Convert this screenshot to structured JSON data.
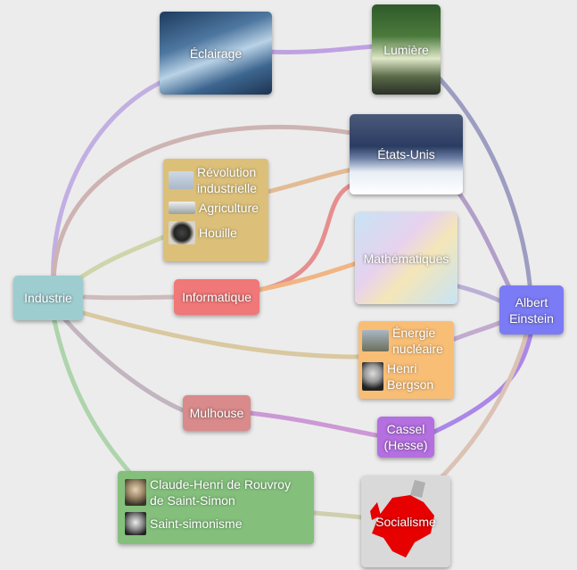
{
  "nodes": {
    "eclairage": "Éclairage",
    "lumiere": "Lumière",
    "etats_unis": "États-Unis",
    "revolution": "Révolution industrielle",
    "agriculture": "Agriculture",
    "houille": "Houille",
    "mathematiques": "Mathématiques",
    "industrie": "Industrie",
    "informatique": "Informatique",
    "einstein": "Albert Einstein",
    "energie": "Énergie nucléaire",
    "bergson": "Henri Bergson",
    "mulhouse": "Mulhouse",
    "cassel": "Cassel (Hesse)",
    "saint_simon": "Claude-Henri de Rouvroy de Saint-Simon",
    "saint_simonisme": "Saint-simonisme",
    "socialisme": "Socialisme"
  },
  "colors": {
    "industrie": "#9ecdd0",
    "informatique": "#f07878",
    "mulhouse": "#d98a8a",
    "einstein": "#7b7bf5",
    "cassel": "#b46fe0",
    "group_yellow": "#dcc07a",
    "group_orange": "#f9be75",
    "group_green": "#84c07c"
  },
  "icons": [
    "landscape-thumbnail",
    "plane-thumbnail",
    "coal-thumbnail",
    "reactor-thumbnail",
    "portrait-thumbnail",
    "map-thumbnail",
    "hockey-photo",
    "cloud-photo",
    "forest-photo",
    "europe-map"
  ]
}
